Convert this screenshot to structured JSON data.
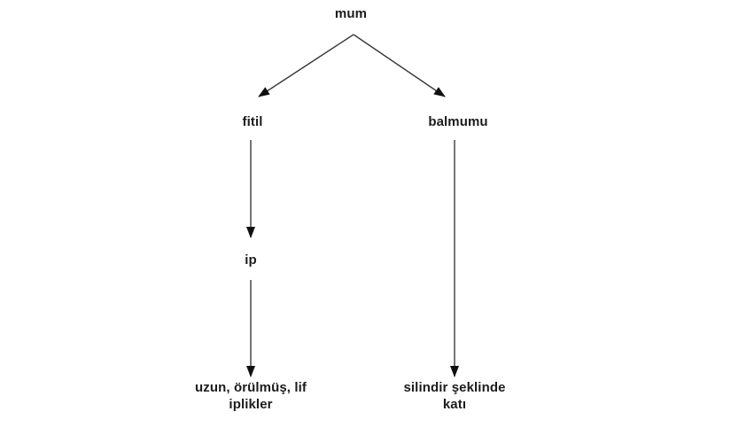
{
  "diagram": {
    "type": "concept-map",
    "background_color": "#ffffff",
    "line_color": "#3a3a3a",
    "arrowhead_color": "#111111",
    "text_color": "#1c1c1c",
    "nodes": {
      "mum": {
        "label": "mum"
      },
      "fitil": {
        "label": "fitil"
      },
      "balmumu": {
        "label": "balmumu"
      },
      "ip": {
        "label": "ip"
      },
      "lif_iplikler": {
        "label": "uzun, örülmüş, lif\niplikler"
      },
      "silindir_kati": {
        "label": "silindir şeklinde\nkatı"
      }
    },
    "edges": [
      {
        "from": "mum",
        "to": "fitil"
      },
      {
        "from": "mum",
        "to": "balmumu"
      },
      {
        "from": "fitil",
        "to": "ip"
      },
      {
        "from": "ip",
        "to": "lif_iplikler"
      },
      {
        "from": "balmumu",
        "to": "silindir_kati"
      }
    ]
  }
}
